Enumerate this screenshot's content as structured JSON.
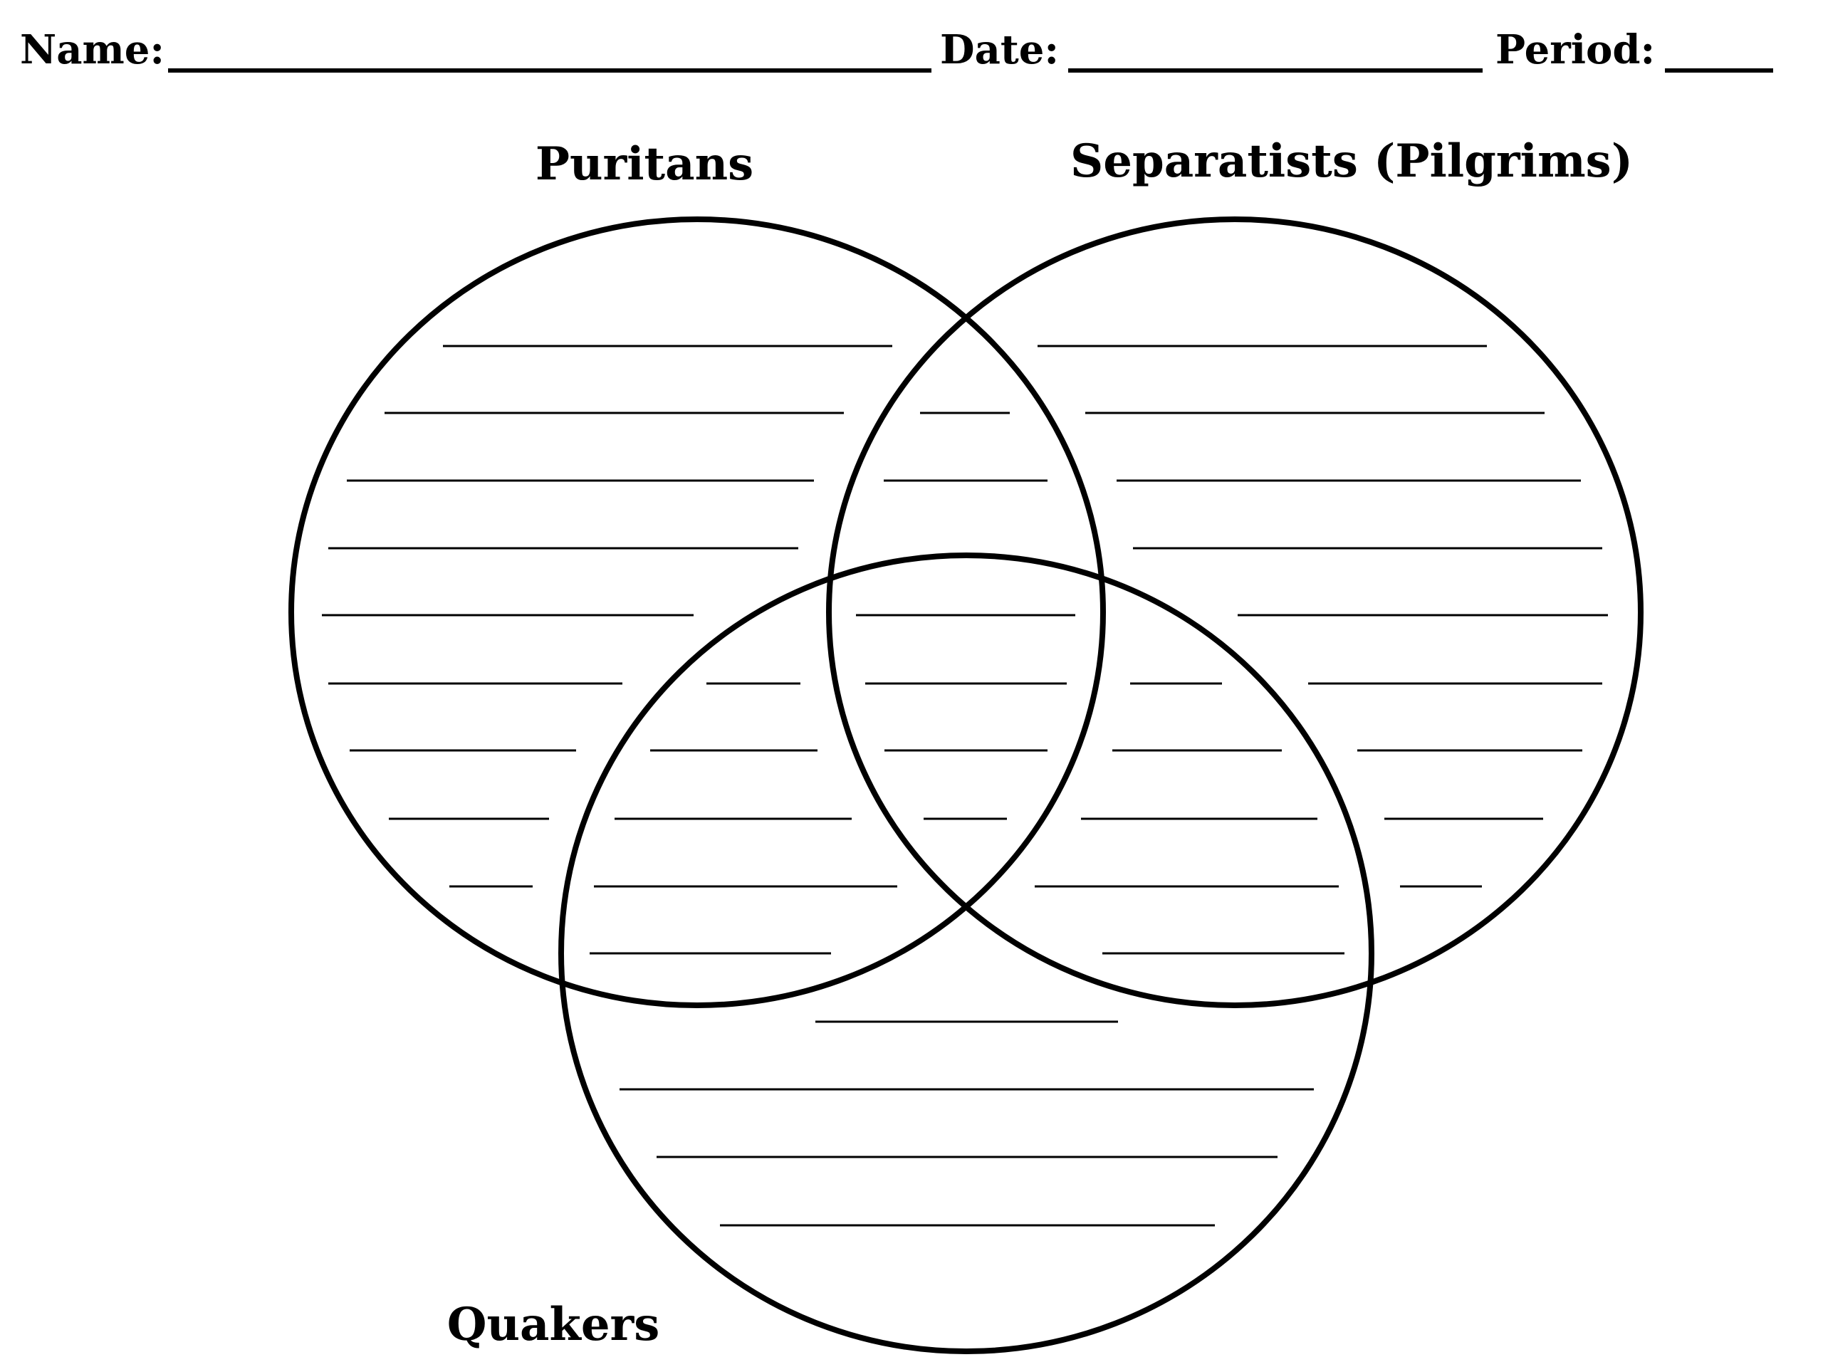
{
  "header": {
    "name_label": "Name:",
    "date_label": "Date:",
    "period_label": "Period:"
  },
  "venn": {
    "sets": [
      {
        "id": "puritans",
        "label": "Puritans"
      },
      {
        "id": "separatists",
        "label": "Separatists (Pilgrims)"
      },
      {
        "id": "quakers",
        "label": "Quakers"
      }
    ]
  },
  "colors": {
    "ink": "#000000",
    "paper": "#ffffff"
  }
}
